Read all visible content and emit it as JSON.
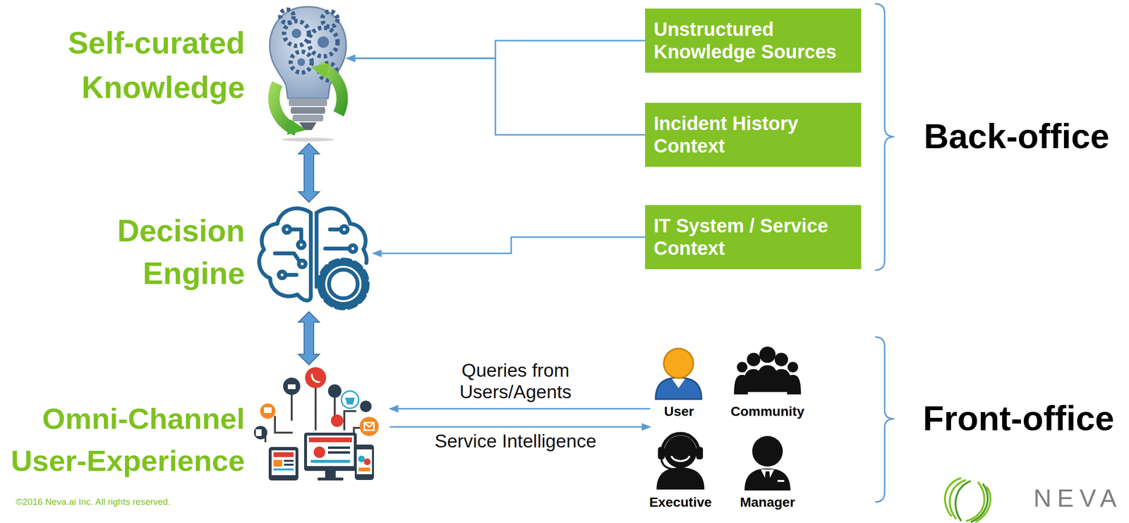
{
  "diagram": {
    "nodes": [
      {
        "text": [
          "Self-curated Knowledge"
        ]
      },
      {
        "text": [
          "Decision Engine"
        ]
      },
      {
        "text": [
          "Omni-Channel User-Experience"
        ]
      },
      {
        "text": [
          "Unstructured Knowledge Sources"
        ]
      },
      {
        "text": [
          "Incident History Context"
        ]
      },
      {
        "text": [
          "IT System / Service Context"
        ]
      },
      {
        "text": [
          "User"
        ]
      },
      {
        "text": [
          "Community"
        ]
      },
      {
        "text": [
          "Executive"
        ]
      },
      {
        "text": [
          "Manager"
        ]
      }
    ],
    "edges": [
      {
        "from": 3,
        "to": 0,
        "arrow": "to"
      },
      {
        "from": 4,
        "to": 0,
        "arrow": "to"
      },
      {
        "from": 5,
        "to": 1,
        "arrow": "to"
      },
      {
        "from": 0,
        "to": 1,
        "arrow": "both"
      },
      {
        "from": 1,
        "to": 2,
        "arrow": "both"
      },
      {
        "from": 6,
        "to": 2,
        "label": "Queries from Users/Agents",
        "arrow": "to"
      },
      {
        "from": 2,
        "to": 6,
        "label": "Service Intelligence",
        "arrow": "to"
      }
    ],
    "labels": [
      "Back-office",
      "Front-office",
      "©2016 Neva.ai Inc. All rights reserved.",
      "NEVA"
    ]
  }
}
